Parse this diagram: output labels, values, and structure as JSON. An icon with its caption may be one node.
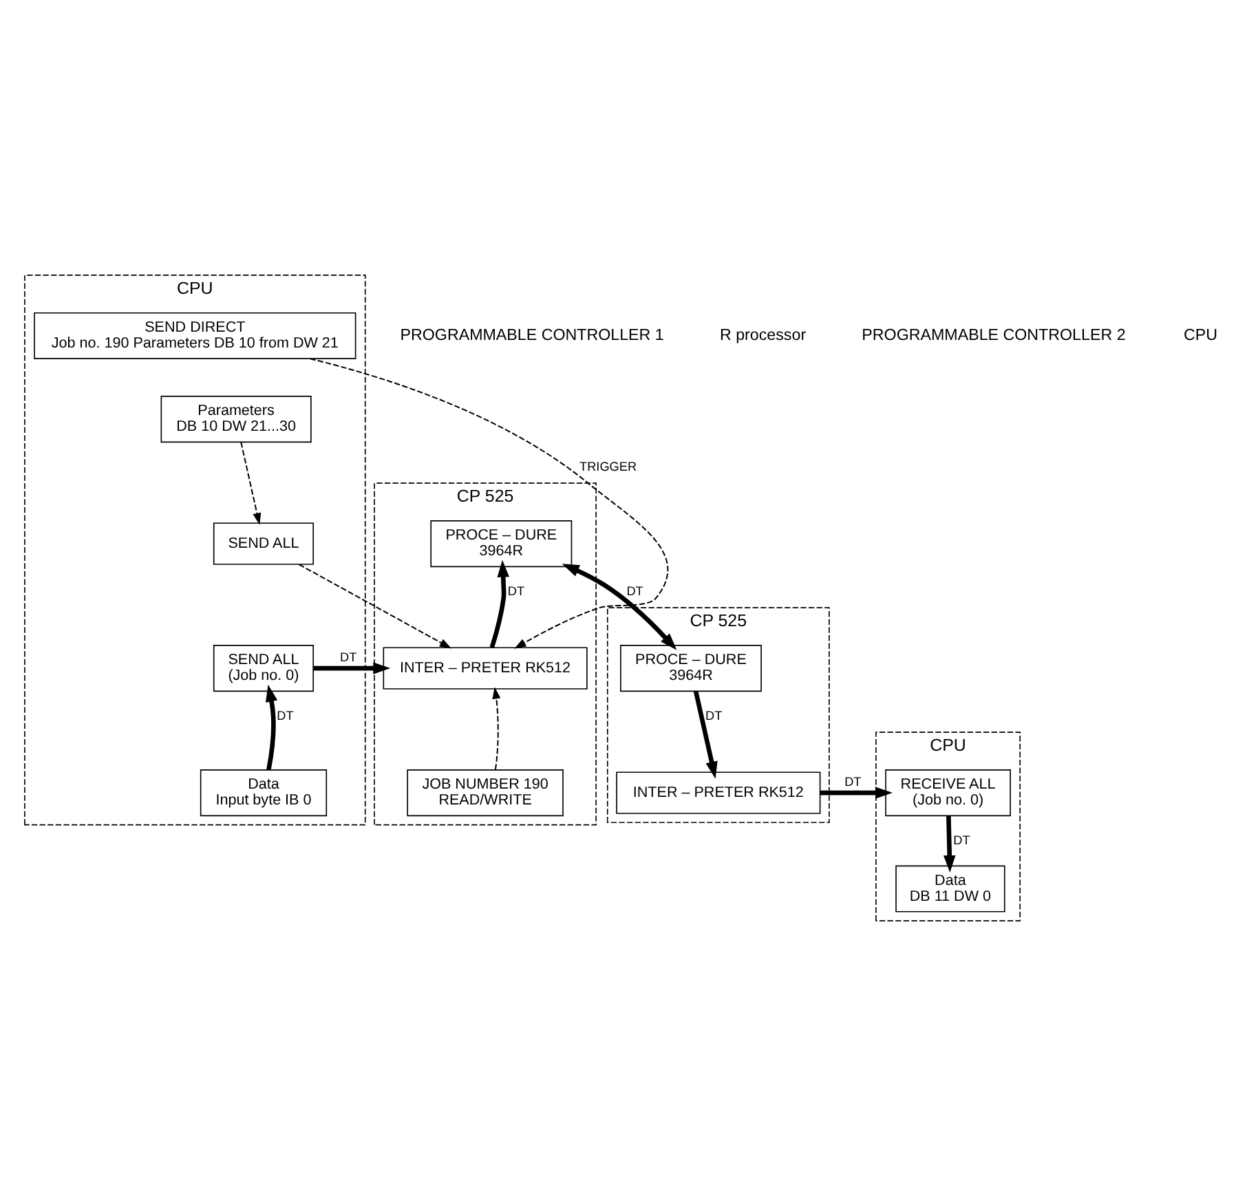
{
  "diagram": {
    "nodes": [
      {
        "text": [
          "CPU"
        ]
      },
      {
        "text": [
          "SEND DIRECT",
          "Job no. 190 Parameters DB 10 from DW 21"
        ],
        "in": 0
      },
      {
        "text": [
          "Parameters",
          "DB 10 DW 21...30"
        ],
        "in": 0
      },
      {
        "text": [
          "SEND ALL"
        ],
        "in": 0
      },
      {
        "text": [
          "SEND ALL",
          "(Job no. 0)"
        ],
        "in": 0
      },
      {
        "text": [
          "Data",
          "Input byte IB 0"
        ],
        "in": 0
      },
      {
        "text": [
          "CP 525"
        ]
      },
      {
        "text": [
          "PROCE – DURE",
          "3964R"
        ],
        "in": 6
      },
      {
        "text": [
          "INTER – PRETER RK512"
        ],
        "in": 6
      },
      {
        "text": [
          "JOB NUMBER 190",
          "READ/WRITE"
        ],
        "in": 6
      },
      {
        "text": [
          "CP 525"
        ]
      },
      {
        "text": [
          "PROCE – DURE",
          "3964R"
        ],
        "in": 10
      },
      {
        "text": [
          "INTER – PRETER RK512"
        ],
        "in": 10
      },
      {
        "text": [
          "CPU"
        ]
      },
      {
        "text": [
          "RECEIVE ALL",
          "(Job no. 0)"
        ],
        "in": 13
      },
      {
        "text": [
          "Data",
          "DB 11 DW 0"
        ],
        "in": 13
      }
    ],
    "edges": [
      {
        "from": 1,
        "to": 8,
        "arrow": "to",
        "style": "dashed",
        "label": "TRIGGER"
      },
      {
        "from": 2,
        "to": 3,
        "arrow": "to",
        "style": "dashed"
      },
      {
        "from": 3,
        "to": 8,
        "arrow": "to",
        "style": "dashed"
      },
      {
        "from": 5,
        "to": 4,
        "arrow": "to",
        "label": "DT"
      },
      {
        "from": 4,
        "to": 8,
        "arrow": "to",
        "label": "DT"
      },
      {
        "from": 9,
        "to": 8,
        "arrow": "to",
        "style": "dashed"
      },
      {
        "from": 8,
        "to": 7,
        "arrow": "to",
        "label": "DT"
      },
      {
        "from": 7,
        "to": 11,
        "arrow": "both",
        "label": "DT"
      },
      {
        "from": 11,
        "to": 12,
        "arrow": "to",
        "label": "DT"
      },
      {
        "from": 12,
        "to": 14,
        "arrow": "to",
        "label": "DT"
      },
      {
        "from": 14,
        "to": 15,
        "arrow": "to",
        "label": "DT"
      }
    ],
    "labels": [
      "PROGRAMMABLE CONTROLLER 1",
      "R processor",
      "PROGRAMMABLE CONTROLLER 2",
      "CPU"
    ]
  }
}
